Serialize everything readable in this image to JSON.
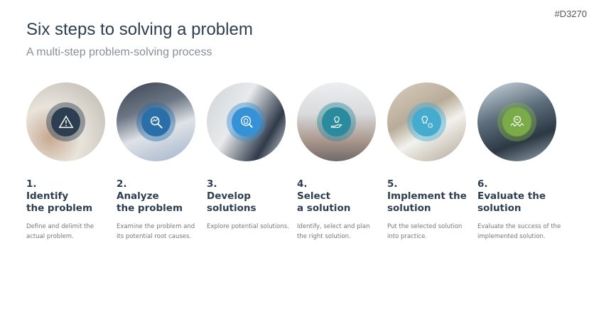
{
  "code": "#D3270",
  "title": "Six steps to solving a problem",
  "subtitle": "A multi-step problem-solving process",
  "steps": [
    {
      "number": "1.",
      "line1": "Identify",
      "line2": "the problem",
      "description": "Define and delimit the actual problem.",
      "icon": "warning-icon",
      "color": "#2c3e50"
    },
    {
      "number": "2.",
      "line1": "Analyze",
      "line2": "the problem",
      "description": "Examine the problem and its potential root causes.",
      "icon": "magnifier-chart-icon",
      "color": "#2a6fa8"
    },
    {
      "number": "3.",
      "line1": "Develop",
      "line2": "solutions",
      "description": "Explore potential solutions.",
      "icon": "lightbulb-search-icon",
      "color": "#3592d6"
    },
    {
      "number": "4.",
      "line1": "Select",
      "line2": "a solution",
      "description": "Identify, select and plan the right solution.",
      "icon": "hand-lightbulb-icon",
      "color": "#2a8a9e"
    },
    {
      "number": "5.",
      "line1": "Implement the",
      "line2": "solution",
      "description": "Put the selected solution into practice.",
      "icon": "lightbulb-gear-icon",
      "color": "#45acd0"
    },
    {
      "number": "6.",
      "line1": "Evaluate the",
      "line2": "solution",
      "description": "Evaluate the success of the implemented solution.",
      "icon": "evaluation-icon",
      "color": "#7aab48"
    }
  ]
}
